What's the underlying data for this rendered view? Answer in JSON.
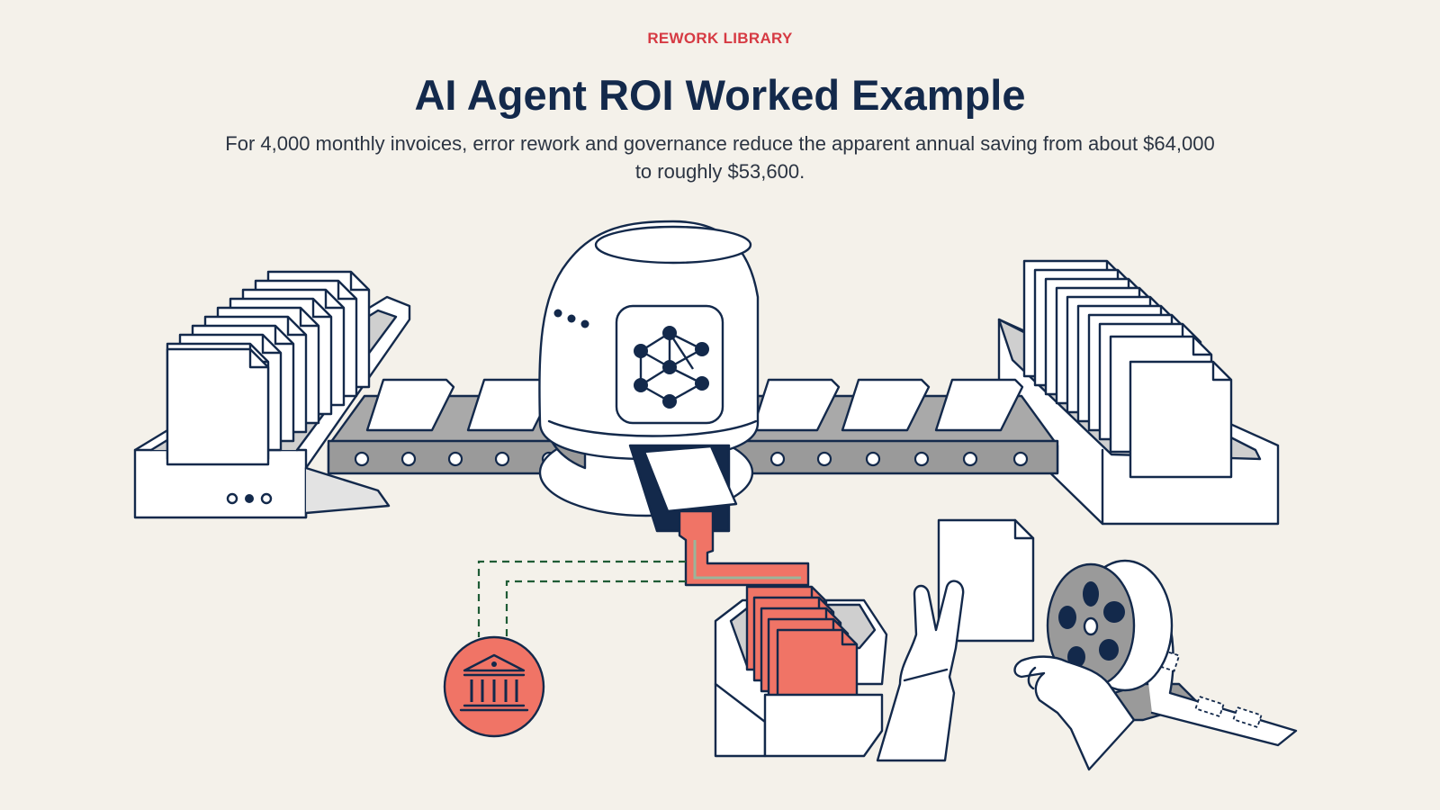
{
  "header": {
    "kicker": "REWORK LIBRARY",
    "title": "AI Agent ROI Worked Example",
    "subtitle": "For 4,000 monthly invoices, error rework and governance reduce the apparent annual saving from about $64,000 to roughly $53,600."
  },
  "illustration": {
    "icons": [
      "document-icon",
      "conveyor-icon",
      "ai-agent-dome-icon",
      "neural-network-icon",
      "bank-icon",
      "film-reel-icon",
      "hand-icon"
    ]
  },
  "colors": {
    "background": "#f4f1ea",
    "ink": "#13294b",
    "accent": "#d63a43",
    "error_fill": "#f07466",
    "governance_line": "#1f5c36"
  }
}
